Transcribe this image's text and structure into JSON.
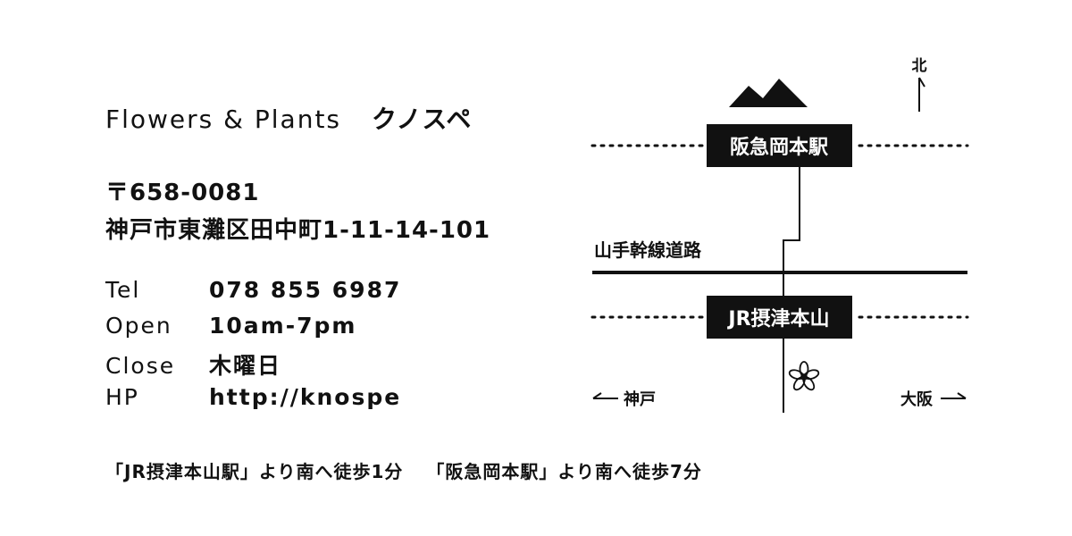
{
  "shop": {
    "name": "Flowers & Plants",
    "name_kana": "クノスペ"
  },
  "address": {
    "postal": "〒658-0081",
    "street": "神戸市東灘区田中町1-11-14-101"
  },
  "info": [
    {
      "label": "Tel",
      "value": "078 855 6987"
    },
    {
      "label": "Open",
      "value": "10am-7pm"
    },
    {
      "label": "Close",
      "value": "木曜日"
    },
    {
      "label": "HP",
      "value": "http://knospe"
    }
  ],
  "access": {
    "jr": "「JR摂津本山駅」より南へ徒歩1分",
    "hankyu": "「阪急岡本駅」より南へ徒歩7分"
  },
  "map": {
    "north": "北",
    "hankyu_station": "阪急岡本駅",
    "road": "山手幹線道路",
    "jr_station": "JR摂津本山",
    "kobe": "神戸",
    "osaka": "大阪",
    "colors": {
      "ink": "#111111",
      "label_text": "#ffffff",
      "background": "#ffffff"
    },
    "icons": [
      "mountain-icon",
      "north-arrow-icon",
      "flower-icon"
    ]
  }
}
